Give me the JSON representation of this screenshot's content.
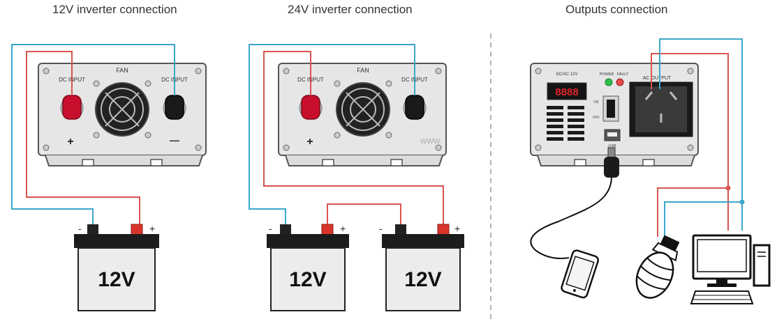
{
  "titles": {
    "left": "12V inverter connection",
    "middle": "24V inverter connection",
    "right": "Outputs connection"
  },
  "inverter": {
    "fan_label": "FAN",
    "dc_input_label": "DC  INPUT",
    "plus_sign": "+",
    "minus_sign": "—",
    "watermark": "WWW."
  },
  "battery": {
    "label_12v": "12V",
    "neg_sign": "-",
    "pos_sign": "+"
  },
  "output_panel": {
    "model_label": "DC/AC 12V",
    "power_label": "POWER",
    "fault_label": "FAULT",
    "ac_output_label": "AC  OUTPUT",
    "display_value": "8888",
    "on_label": "ON",
    "off_label": "OFF",
    "usb_label": "USB"
  },
  "colors": {
    "red_wire": "#d9534f",
    "blue_wire": "#3ba6c9",
    "panel": "#e8e8e8",
    "terminal_red": "#c8102e"
  }
}
